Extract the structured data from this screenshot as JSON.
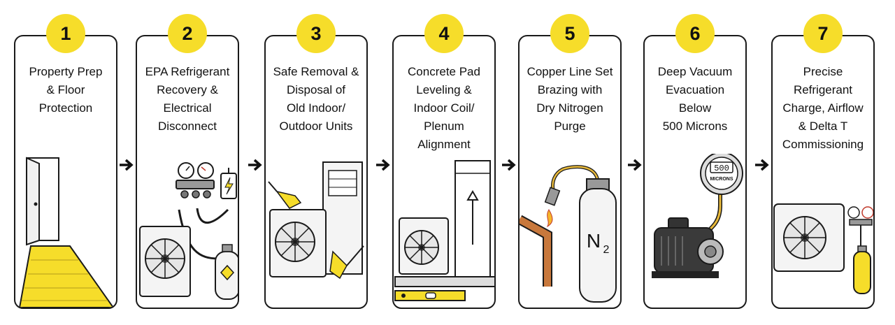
{
  "steps": [
    {
      "number": "1",
      "title": "Property Prep\n& Floor\nProtection",
      "icon": "door-floor-protection-icon"
    },
    {
      "number": "2",
      "title": "EPA Refrigerant\nRecovery &\nElectrical\nDisconnect",
      "icon": "manifold-gauge-recovery-icon"
    },
    {
      "number": "3",
      "title": "Safe Removal &\nDisposal of\nOld Indoor/\nOutdoor Units",
      "icon": "unit-removal-icon"
    },
    {
      "number": "4",
      "title": "Concrete Pad\nLeveling &\nIndoor Coil/\nPlenum\nAlignment",
      "icon": "pad-leveling-icon"
    },
    {
      "number": "5",
      "title": "Copper Line Set\nBrazing with\nDry Nitrogen\nPurge",
      "icon": "brazing-nitrogen-icon",
      "cylinder_label": "N",
      "cylinder_sub": "2"
    },
    {
      "number": "6",
      "title": "Deep Vacuum\nEvacuation\nBelow\n500 Microns",
      "icon": "vacuum-pump-icon",
      "gauge_value": "500",
      "gauge_unit": "MICRONS"
    },
    {
      "number": "7",
      "title": "Precise\nRefrigerant\nCharge, Airflow\n& Delta T\nCommissioning",
      "icon": "charging-commissioning-icon"
    }
  ],
  "colors": {
    "accent": "#f6dd2a",
    "outline": "#1a1a1a",
    "copper": "#c8783c"
  }
}
